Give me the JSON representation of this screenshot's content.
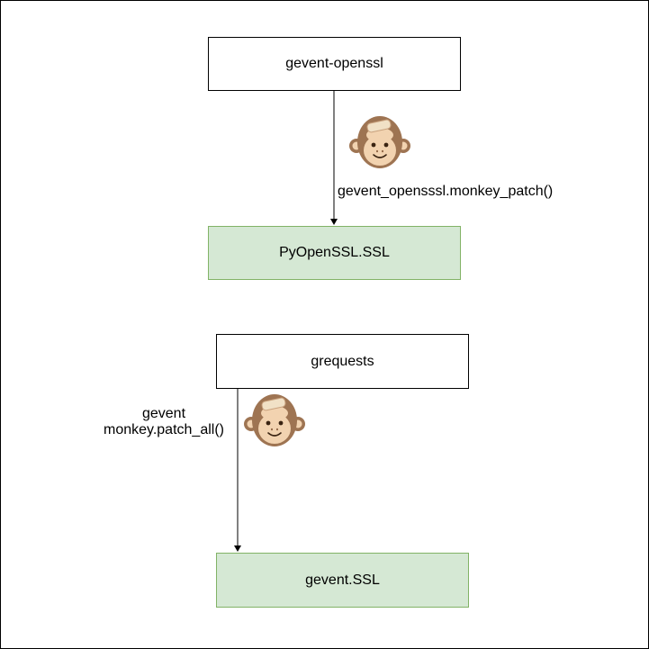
{
  "nodes": {
    "gevent_openssl": "gevent-openssl",
    "pyopenssl_ssl": "PyOpenSSL.SSL",
    "grequests": "grequests",
    "gevent_ssl": "gevent.SSL"
  },
  "edges": {
    "top_label": "gevent_opensssl.monkey_patch()",
    "bottom_label_line1": "gevent",
    "bottom_label_line2": "monkey.patch_all()"
  },
  "icons": [
    "monkey-icon",
    "monkey-icon"
  ],
  "colors": {
    "green_fill": "#d5e8d4",
    "green_stroke": "#82b366",
    "monkey_fur": "#9e7452",
    "monkey_face": "#f2d3b0"
  }
}
